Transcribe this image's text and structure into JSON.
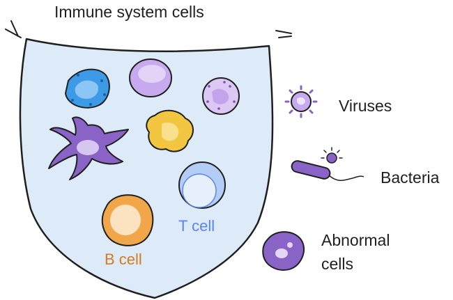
{
  "title": "Immune system cells",
  "labels": {
    "t_cell": "T cell",
    "b_cell": "B cell",
    "viruses": "Viruses",
    "bacteria": "Bacteria",
    "abnormal_line1": "Abnormal",
    "abnormal_line2": "cells"
  },
  "icons": {
    "shield": "shield-icon",
    "virus": "virus-icon",
    "bacterium": "bacterium-icon",
    "abnormal_cell": "abnormal-cell-icon"
  },
  "colors": {
    "shield_fill": "#ddeaf8",
    "outline": "#1f1f1f",
    "t_cell": "#5b84f0",
    "b_cell": "#d67a1f",
    "purple": "#8a63c6",
    "lilac": "#c6a9ee",
    "blue_cell": "#3d9ae6",
    "yellow_cell": "#f2c640",
    "orange_cell": "#f2a64a"
  }
}
